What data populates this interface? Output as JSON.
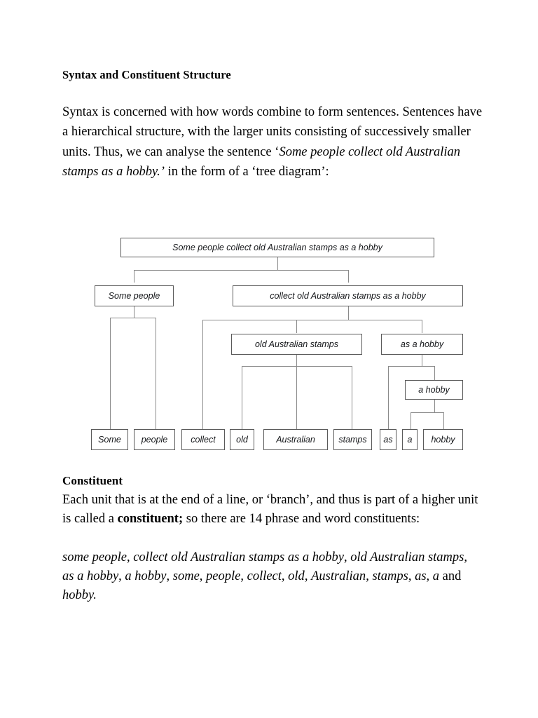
{
  "document": {
    "title_heading": "Syntax and Constituent Structure",
    "intro": {
      "part1": "Syntax is concerned with how words combine to form sentences. Sentences have a hierarchical structure, with the larger units consisting of successively smaller units. Thus, we can analyse the sentence ‘",
      "sentence_italic": "Some people collect old Australian stamps as a hobby.’",
      "part2": " in the form of a ‘tree diagram’:"
    },
    "constituent_heading": "Constituent",
    "constituent_para": {
      "part1": "Each unit that is at the end of a line, or ‘branch’, and thus is part of a higher unit is called a ",
      "bold_term": "constituent;",
      "part2": " so there are 14 phrase and word constituents:"
    },
    "constituent_list": {
      "items": [
        "some people",
        "collect old Australian stamps as a hobby",
        "old Australian stamps",
        "as a hobby",
        "a hobby",
        "some",
        "people",
        "collect",
        "old",
        "Australian",
        "stamps",
        "as",
        "a",
        "hobby"
      ],
      "text": "some people, collect old Australian stamps as a hobby, old Australian stamps, as a hobby, a hobby, some, people, collect, old, Australian, stamps, as, a and hobby.",
      "separator": ", ",
      "conjunction": " and ",
      "terminator": ".",
      "count": 14
    }
  },
  "tree": {
    "root": "Some people collect old Australian stamps as a hobby",
    "level2": {
      "subject": "Some people",
      "predicate": "collect old Australian stamps as a hobby"
    },
    "level3": {
      "object": "old Australian stamps",
      "adjunct": "as a hobby"
    },
    "level4": {
      "np": "a hobby"
    },
    "leaves": {
      "some": "Some",
      "people": "people",
      "collect": "collect",
      "old": "old",
      "australian": "Australian",
      "stamps": "stamps",
      "as": "as",
      "a": "a",
      "hobby": "hobby"
    }
  },
  "colors": {
    "box_border": "#5a5a5a",
    "connector": "#8a8a8a",
    "text": "#15171a",
    "page_background": "#ffffff"
  }
}
